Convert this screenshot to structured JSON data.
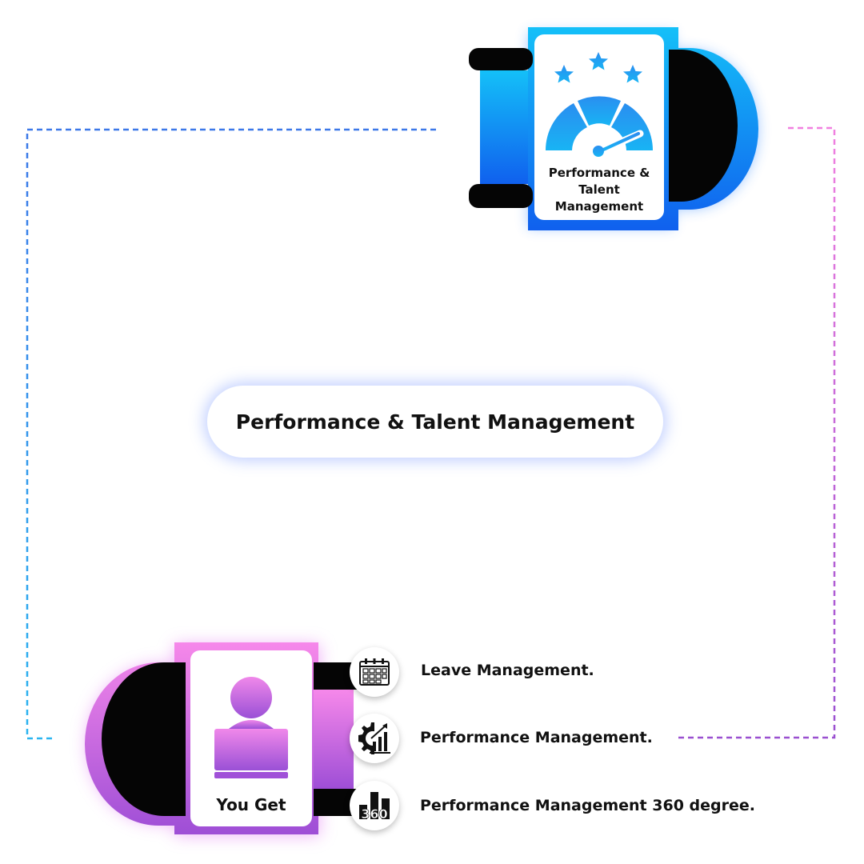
{
  "top_card": {
    "label": "Performance & Talent Management"
  },
  "center": {
    "title": "Performance & Talent Management"
  },
  "bottom_card": {
    "label": "You Get"
  },
  "items": [
    {
      "label": "Leave Management.",
      "icon": "calendar-icon"
    },
    {
      "label": "Performance Management.",
      "icon": "gear-chart-icon"
    },
    {
      "label": "Performance Management 360 degree.",
      "icon": "360-icon"
    }
  ],
  "colors": {
    "blue_start": "#1ab0f5",
    "blue_end": "#1565f0",
    "pink_start": "#f08ae8",
    "purple_end": "#a050d8",
    "dark": "#050505"
  }
}
